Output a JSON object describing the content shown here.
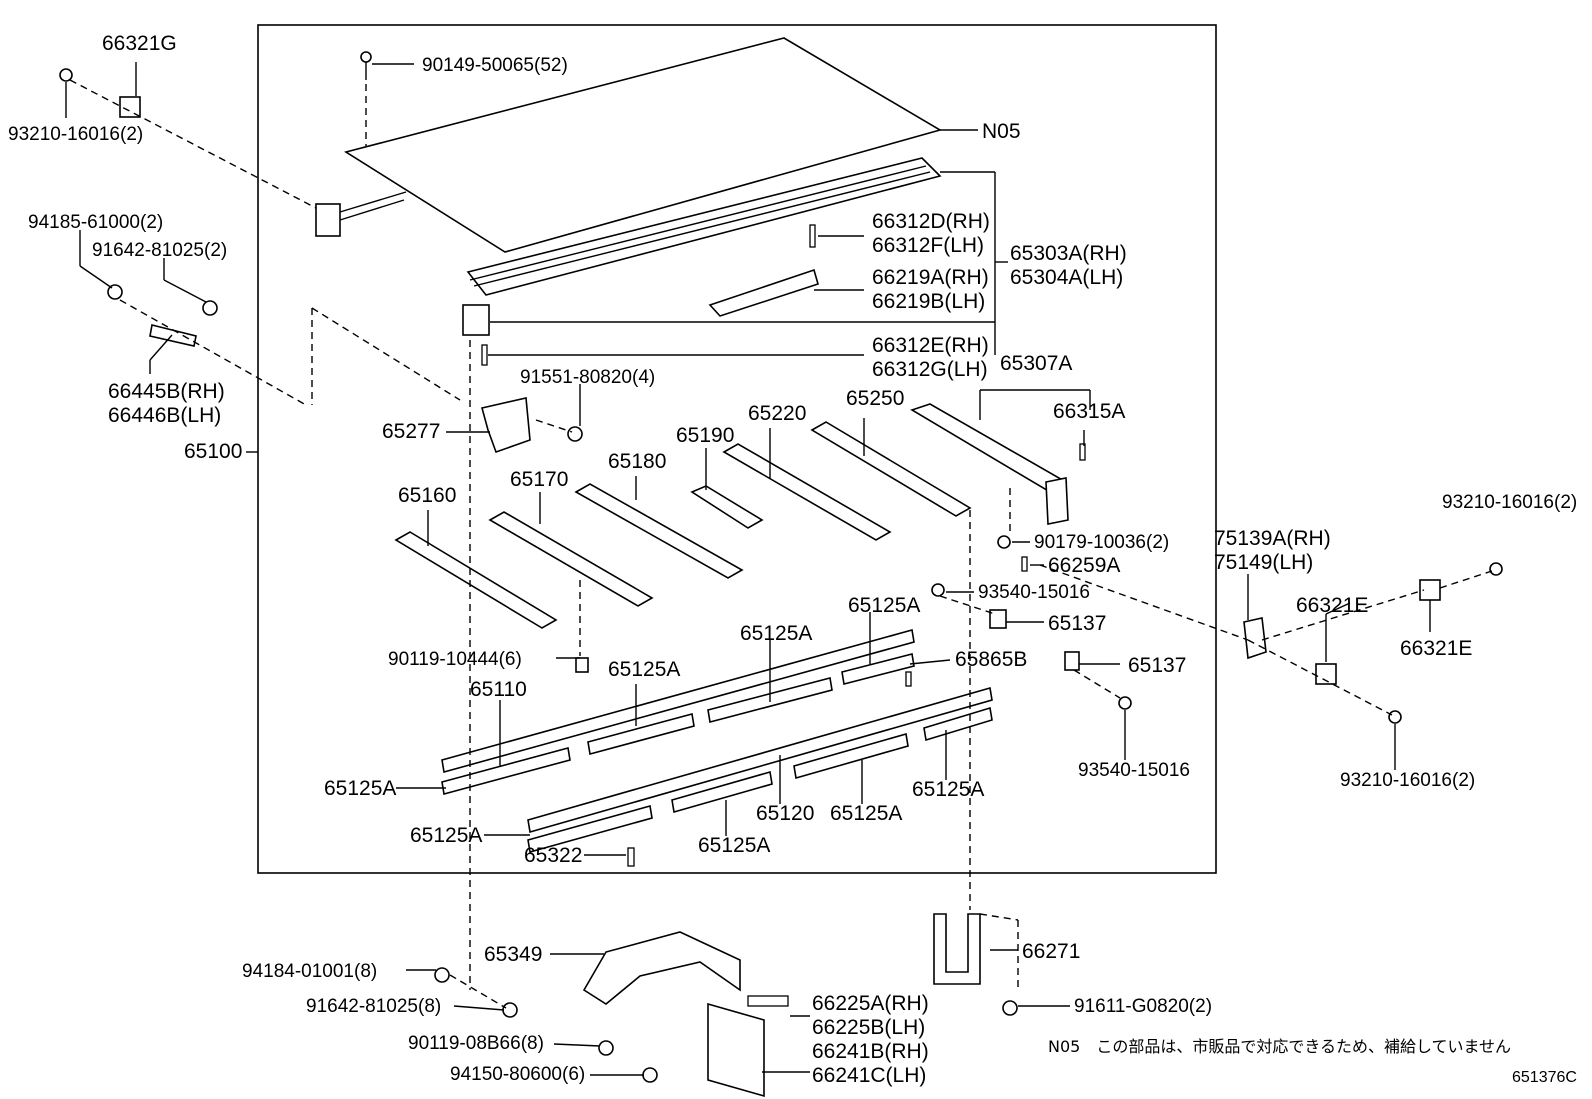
{
  "labels": {
    "p66321G": "66321G",
    "p93210_a": "93210-16016(2)",
    "p90149": "90149-50065(52)",
    "pN05": "N05",
    "p94185": "94185-61000(2)",
    "p91642_top": "91642-81025(2)",
    "p66312D": "66312D(RH)",
    "p66312F": "66312F(LH)",
    "p65303A": "65303A(RH)",
    "p65304A": "65304A(LH)",
    "p66219A": "66219A(RH)",
    "p66219B": "66219B(LH)",
    "p66312E": "66312E(RH)",
    "p66312G": "66312G(LH)",
    "p65307A": "65307A",
    "p66445B": "66445B(RH)",
    "p66446B": "66446B(LH)",
    "p91551": "91551-80820(4)",
    "p66315A": "66315A",
    "p65100": "65100",
    "p65277": "65277",
    "p65250": "65250",
    "p65220": "65220",
    "p65190": "65190",
    "p65180": "65180",
    "p65170": "65170",
    "p65160": "65160",
    "p93210_b": "93210-16016(2)",
    "p90179": "90179-10036(2)",
    "p75139A": "75139A(RH)",
    "p75149": "75149(LH)",
    "p66259A": "66259A",
    "p93540_a": "93540-15016",
    "p66321E_a": "66321E",
    "p66321E_b": "66321E",
    "p65125A_1": "65125A",
    "p65137_a": "65137",
    "p65125A_2": "65125A",
    "p90119_a": "90119-10444(6)",
    "p65865B": "65865B",
    "p65137_b": "65137",
    "p65125A_3": "65125A",
    "p65110": "65110",
    "p93540_b": "93540-15016",
    "p93210_c": "93210-16016(2)",
    "p65125A_4": "65125A",
    "p65125A_5": "65125A",
    "p65120": "65120",
    "p65125A_6": "65125A",
    "p65125A_7": "65125A",
    "p65322": "65322",
    "p65125A_8": "65125A",
    "p65349": "65349",
    "p66271": "66271",
    "p94184": "94184-01001(8)",
    "p66225A": "66225A(RH)",
    "p66225B": "66225B(LH)",
    "p91642_bot": "91642-81025(8)",
    "p91611": "91611-G0820(2)",
    "p90119_b": "90119-08B66(8)",
    "p66241B": "66241B(RH)",
    "p66241C": "66241C(LH)",
    "p94150": "94150-80600(6)"
  },
  "footnote": "N05　この部品は、市販品で対応できるため、補給していません",
  "drawing_code": "651376C"
}
